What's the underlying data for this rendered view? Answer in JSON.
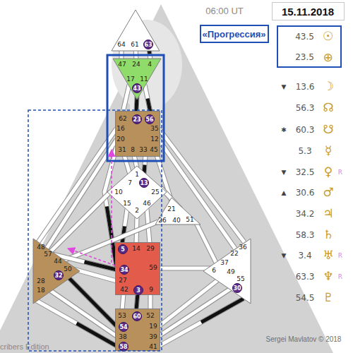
{
  "diagram": {
    "nodes": [
      {
        "text": [
          "64",
          "61"
        ]
      },
      {
        "text": [
          "63"
        ],
        "in": 0
      },
      {
        "text": [
          "47",
          "24",
          "4",
          "17",
          "11"
        ]
      },
      {
        "text": [
          "43"
        ],
        "in": 2
      },
      {
        "text": [
          "62",
          "16",
          "35",
          "20",
          "12",
          "31",
          "8",
          "33",
          "45"
        ]
      },
      {
        "text": [
          "23"
        ],
        "in": 4
      },
      {
        "text": [
          "56"
        ],
        "in": 4
      },
      {
        "text": [
          "1",
          "7",
          "10",
          "25",
          "15",
          "2",
          "46"
        ]
      },
      {
        "text": [
          "13"
        ],
        "in": 7
      },
      {
        "text": [
          "21",
          "26",
          "40",
          "51"
        ]
      },
      {
        "text": [
          "48",
          "57",
          "44",
          "50",
          "28",
          "18"
        ]
      },
      {
        "text": [
          "32"
        ],
        "in": 10
      },
      {
        "text": [
          "36",
          "22",
          "37",
          "6",
          "49",
          "55"
        ]
      },
      {
        "text": [
          "30"
        ],
        "in": 12
      },
      {
        "text": [
          "14",
          "29",
          "59",
          "27",
          "42",
          "9"
        ]
      },
      {
        "text": [
          "5"
        ],
        "in": 14
      },
      {
        "text": [
          "34"
        ],
        "in": 14
      },
      {
        "text": [
          "3"
        ],
        "in": 14
      },
      {
        "text": [
          "53",
          "52",
          "19",
          "38",
          "39",
          "41"
        ]
      },
      {
        "text": [
          "60"
        ],
        "in": 18
      },
      {
        "text": [
          "54"
        ],
        "in": 18
      },
      {
        "text": [
          "58"
        ],
        "in": 18
      },
      {
        "text": [
          "15.11.2018"
        ]
      },
      {
        "text": [
          "«Прогрессия»"
        ]
      },
      {
        "text": [
          "43.5",
          "☉",
          "23.5",
          "⊕"
        ]
      }
    ],
    "edges": [
      {
        "from": 0,
        "to": 2,
        "arrow": "none"
      },
      {
        "from": 0,
        "to": 2,
        "arrow": "none"
      },
      {
        "from": 0,
        "to": 2,
        "arrow": "none"
      },
      {
        "from": 2,
        "to": 4,
        "arrow": "none"
      },
      {
        "from": 2,
        "to": 4,
        "arrow": "none"
      },
      {
        "from": 2,
        "to": 4,
        "arrow": "none"
      },
      {
        "from": 4,
        "to": 7,
        "arrow": "none"
      },
      {
        "from": 4,
        "to": 7,
        "arrow": "none"
      },
      {
        "from": 4,
        "to": 7,
        "arrow": "none"
      },
      {
        "from": 4,
        "to": 10,
        "arrow": "none"
      },
      {
        "from": 4,
        "to": 10,
        "arrow": "none"
      },
      {
        "from": 4,
        "to": 12,
        "arrow": "none"
      },
      {
        "from": 4,
        "to": 12,
        "arrow": "none"
      },
      {
        "from": 4,
        "to": 9,
        "arrow": "none"
      },
      {
        "from": 4,
        "to": 14,
        "arrow": "none"
      },
      {
        "from": 7,
        "to": 14,
        "arrow": "none"
      },
      {
        "from": 7,
        "to": 14,
        "arrow": "none"
      },
      {
        "from": 7,
        "to": 14,
        "arrow": "none"
      },
      {
        "from": 7,
        "to": 10,
        "arrow": "none"
      },
      {
        "from": 7,
        "to": 9,
        "arrow": "none"
      },
      {
        "from": 9,
        "to": 10,
        "arrow": "none"
      },
      {
        "from": 9,
        "to": 12,
        "arrow": "none"
      },
      {
        "from": 14,
        "to": 10,
        "arrow": "none"
      },
      {
        "from": 14,
        "to": 10,
        "arrow": "none"
      },
      {
        "from": 14,
        "to": 12,
        "arrow": "none"
      },
      {
        "from": 14,
        "to": 18,
        "arrow": "none"
      },
      {
        "from": 14,
        "to": 18,
        "arrow": "none"
      },
      {
        "from": 14,
        "to": 18,
        "arrow": "none"
      },
      {
        "from": 10,
        "to": 18,
        "arrow": "none"
      },
      {
        "from": 10,
        "to": 18,
        "arrow": "none"
      },
      {
        "from": 10,
        "to": 18,
        "arrow": "none"
      },
      {
        "from": 12,
        "to": 18,
        "arrow": "none"
      },
      {
        "from": 12,
        "to": 18,
        "arrow": "none"
      },
      {
        "from": 12,
        "to": 18,
        "arrow": "none"
      },
      {
        "from": 14,
        "to": 4,
        "arrow": "to"
      },
      {
        "from": 14,
        "to": 10,
        "arrow": "to"
      }
    ],
    "labels": [
      "06:00 UT",
      "▼",
      "13.6",
      "☽",
      "56.3",
      "☊",
      "✱",
      "60.3",
      "☋",
      "5.3",
      "☿",
      "▼",
      "32.5",
      "♀",
      "R",
      "▲",
      "30.6",
      "♂",
      "34.2",
      "♃",
      "58.3",
      "♄",
      "▼",
      "3.4",
      "♅",
      "R",
      "63.3",
      "♆",
      "R",
      "54.5",
      "♇",
      "Sergei Mavlatov © 2018",
      "cribers Edition"
    ]
  }
}
